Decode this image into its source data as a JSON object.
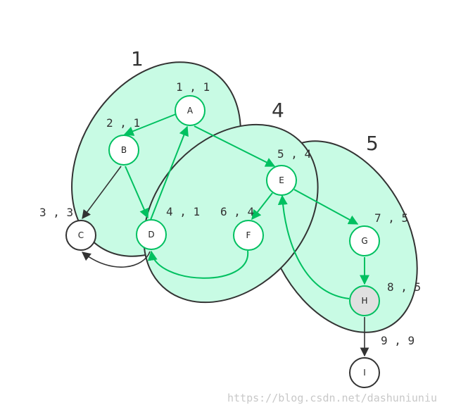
{
  "regions": [
    {
      "label": "1"
    },
    {
      "label": "4"
    },
    {
      "label": "5"
    }
  ],
  "nodes": [
    {
      "letter": "A",
      "label": "1 , 1"
    },
    {
      "letter": "B",
      "label": "2 , 1"
    },
    {
      "letter": "C",
      "label": "3 , 3"
    },
    {
      "letter": "D",
      "label": "4 , 1"
    },
    {
      "letter": "E",
      "label": "5 , 4"
    },
    {
      "letter": "F",
      "label": "6 , 4"
    },
    {
      "letter": "G",
      "label": "7 , 5"
    },
    {
      "letter": "H",
      "label": "8 , 5"
    },
    {
      "letter": "I",
      "label": "9 , 9"
    }
  ],
  "edges": [
    {
      "from": "A",
      "to": "B"
    },
    {
      "from": "A",
      "to": "E"
    },
    {
      "from": "B",
      "to": "C"
    },
    {
      "from": "B",
      "to": "D"
    },
    {
      "from": "D",
      "to": "A"
    },
    {
      "from": "D",
      "to": "C"
    },
    {
      "from": "E",
      "to": "F"
    },
    {
      "from": "E",
      "to": "G"
    },
    {
      "from": "F",
      "to": "D"
    },
    {
      "from": "G",
      "to": "H"
    },
    {
      "from": "H",
      "to": "E"
    },
    {
      "from": "H",
      "to": "I"
    }
  ],
  "colors": {
    "region_fill": "#c8fbe4",
    "green_edge": "#00c060",
    "dark_edge": "#333333",
    "highlight_node": "#e0e0e0"
  },
  "watermark": "https://blog.csdn.net/dashuniuniu"
}
